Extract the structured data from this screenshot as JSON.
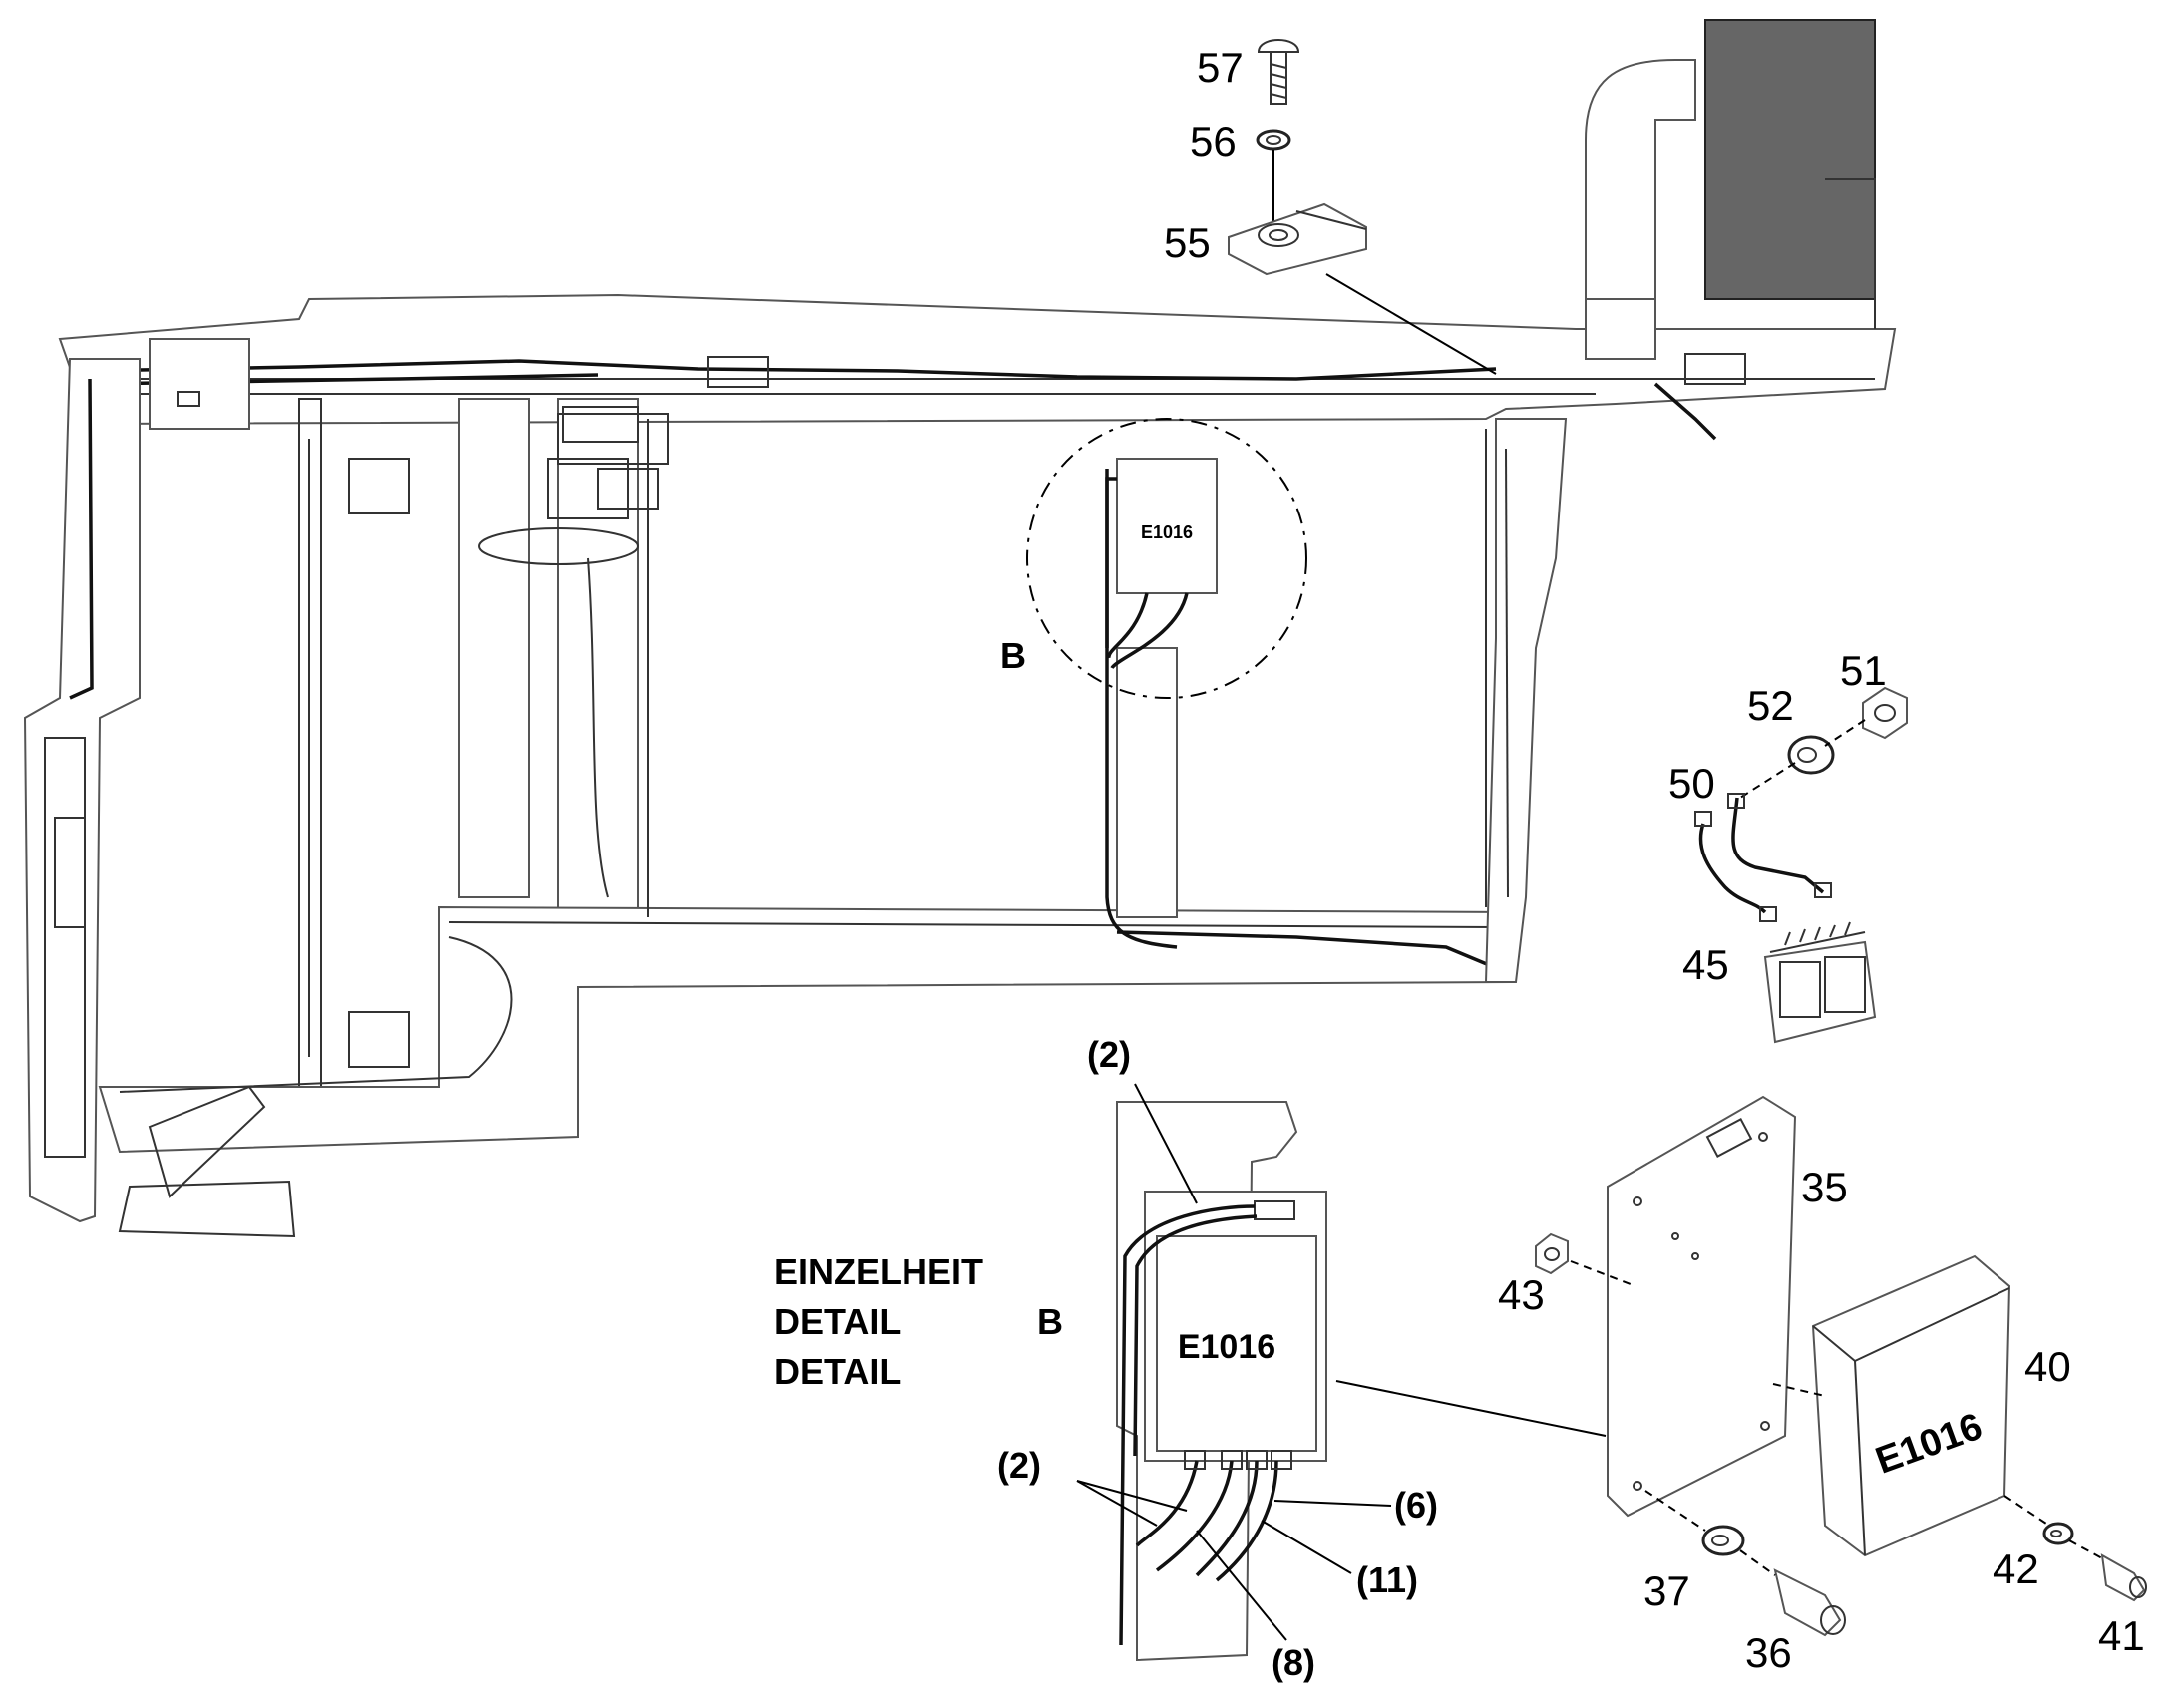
{
  "callouts": {
    "p57": "57",
    "p56": "56",
    "p55": "55",
    "p51": "51",
    "p52": "52",
    "p50": "50",
    "p45": "45",
    "p35": "35",
    "p43": "43",
    "p40": "40",
    "p37": "37",
    "p36": "36",
    "p42": "42",
    "p41": "41"
  },
  "detail_marker": "B",
  "detail_title": {
    "line1": "EINZELHEIT",
    "line2": "DETAIL",
    "line3": "DETAIL",
    "marker": "B"
  },
  "cable_refs": {
    "top": "(2)",
    "left": "(2)",
    "r6": "(6)",
    "r11": "(11)",
    "r8": "(8)"
  },
  "component_label": "E1016"
}
